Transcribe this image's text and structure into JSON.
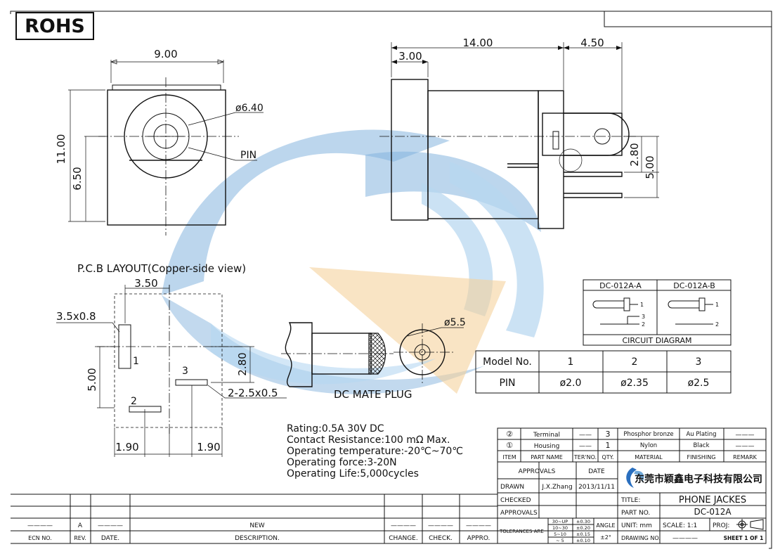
{
  "colors": {
    "watermark_blue": "#6fa8d8",
    "watermark_light": "#a9d0ee",
    "watermark_orange": "#f3c98a",
    "ink": "#111111"
  },
  "rohs_label": "ROHS",
  "front_view": {
    "width": "9.00",
    "height": "11.00",
    "center_height": "6.50",
    "diameter": "ø6.40",
    "pin_label": "PIN"
  },
  "side_view": {
    "total": "14.00",
    "front": "3.00",
    "rear": "4.50",
    "pin_pitch": "2.80",
    "pin_span": "5.00"
  },
  "pcb": {
    "title": "P.C.B LAYOUT(Copper-side view)",
    "width_top": "3.50",
    "slot_size": "3.5x0.8",
    "height": "5.00",
    "pitch": "2.80",
    "slot2_size": "2-2.5x0.5",
    "left_spacing": "1.90",
    "right_spacing": "1.90",
    "pin1": "1",
    "pin2": "2",
    "pin3": "3"
  },
  "plug": {
    "label": "DC MATE PLUG",
    "diameter": "ø5.5"
  },
  "circuit": {
    "title": "CIRCUIT DIAGRAM",
    "col_a": "DC-012A-A",
    "col_b": "DC-012A-B",
    "n1": "1",
    "n2": "2",
    "n3": "3"
  },
  "model_table": {
    "header": [
      "Model No.",
      "1",
      "2",
      "3"
    ],
    "row": [
      "PIN",
      "ø2.0",
      "ø2.35",
      "ø2.5"
    ]
  },
  "specs": [
    "Rating:0.5A 30V DC",
    "Contact Resistance:100 mΩ Max.",
    "Operating temperature:-20℃~70℃",
    "Operating force:3-20N",
    "Operating Life:5,000cycles"
  ],
  "bom": {
    "rows": [
      {
        "item": "②",
        "name": "Terminal",
        "ter": "——",
        "qty": "3",
        "material": "Phosphor bronze",
        "finishing": "Au Plating",
        "remark": "———"
      },
      {
        "item": "①",
        "name": "Housing",
        "ter": "——",
        "qty": "1",
        "material": "Nylon",
        "finishing": "Black",
        "remark": "———"
      }
    ],
    "header": {
      "item": "ITEM",
      "name": "PART NAME",
      "ter": "TER'NO.",
      "qty": "QTY.",
      "material": "MATERIAL",
      "finishing": "FINISHING",
      "remark": "REMARK"
    }
  },
  "title_block": {
    "approvals": "APPROVALS",
    "date_label": "DATE",
    "drawn": "DRAWN",
    "drawn_by": "J.X.Zhang",
    "drawn_date": "2013/11/11",
    "checked": "CHECKED",
    "approvals2": "APPROVALS",
    "company": "东莞市颖鑫电子科技有限公司",
    "title_label": "TITLE:",
    "title": "PHONE JACKES",
    "part_no_label": "PART NO.",
    "part_no": "DC-012A",
    "tolerances": "TOLERANCES ARE",
    "tol_ranges": [
      "30~UP",
      "10~30",
      "5~10",
      "~ 5"
    ],
    "tol_values": [
      "±0.30",
      "±0.20",
      "±0.15",
      "±0.10"
    ],
    "angle": "ANGLE",
    "angle_tol": "±2°",
    "unit": "UNIT: mm",
    "scale": "SCALE:  1:1",
    "proj": "PROJ:",
    "drawing_no": "DRAWING NO.",
    "drawing_no_val": "————",
    "sheet": "SHEET  1 OF 1"
  },
  "revision": {
    "row": {
      "ecn": "————",
      "rev": "A",
      "date": "————",
      "desc": "NEW",
      "change": "————",
      "check": "————",
      "appro": "————"
    },
    "labels": {
      "ecn": "ECN NO.",
      "rev": "REV.",
      "date": "DATE.",
      "desc": "DESCRIPTION.",
      "change": "CHANGE.",
      "check": "CHECK.",
      "appro": "APPRO."
    }
  }
}
